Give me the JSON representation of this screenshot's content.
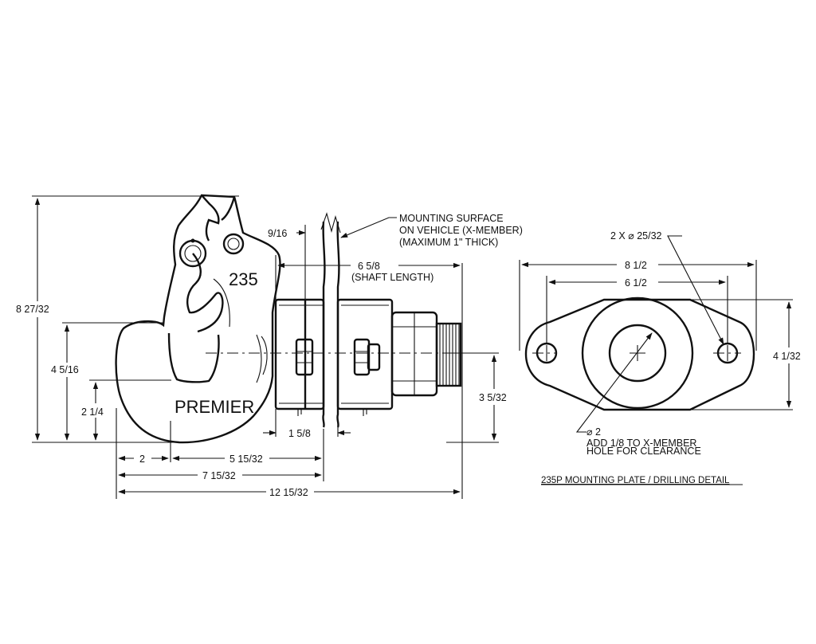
{
  "part_labels": {
    "model_number": "235",
    "brand": "PREMIER"
  },
  "dimensions": {
    "overall_height": "8 27/32",
    "height_to_center": "4 5/16",
    "bottom_to_pin": "2 1/4",
    "plate_offset": "9/16",
    "shaft_length": "6 5/8",
    "shaft_length_note": "(SHAFT LENGTH)",
    "plate_thickness": "1 5/8",
    "center_to_bottom": "3 5/32",
    "hook_depth": "2",
    "hook_to_plate": "5 15/32",
    "front_to_plate": "7 15/32",
    "overall_length": "12 15/32"
  },
  "mounting_note": {
    "line1": "MOUNTING SURFACE",
    "line2": "ON VEHICLE (X-MEMBER)",
    "line3": "(MAXIMUM 1\" THICK)"
  },
  "plate_detail": {
    "hole_spec": "2 X ⌀ 25/32",
    "width_outer": "8 1/2",
    "hole_spacing": "6 1/2",
    "height": "4 1/32",
    "center_dia": "⌀ 2",
    "clearance_line1": "ADD 1/8 TO X-MEMBER",
    "clearance_line2": "HOLE FOR CLEARANCE",
    "title": "235P MOUNTING PLATE / DRILLING DETAIL"
  }
}
